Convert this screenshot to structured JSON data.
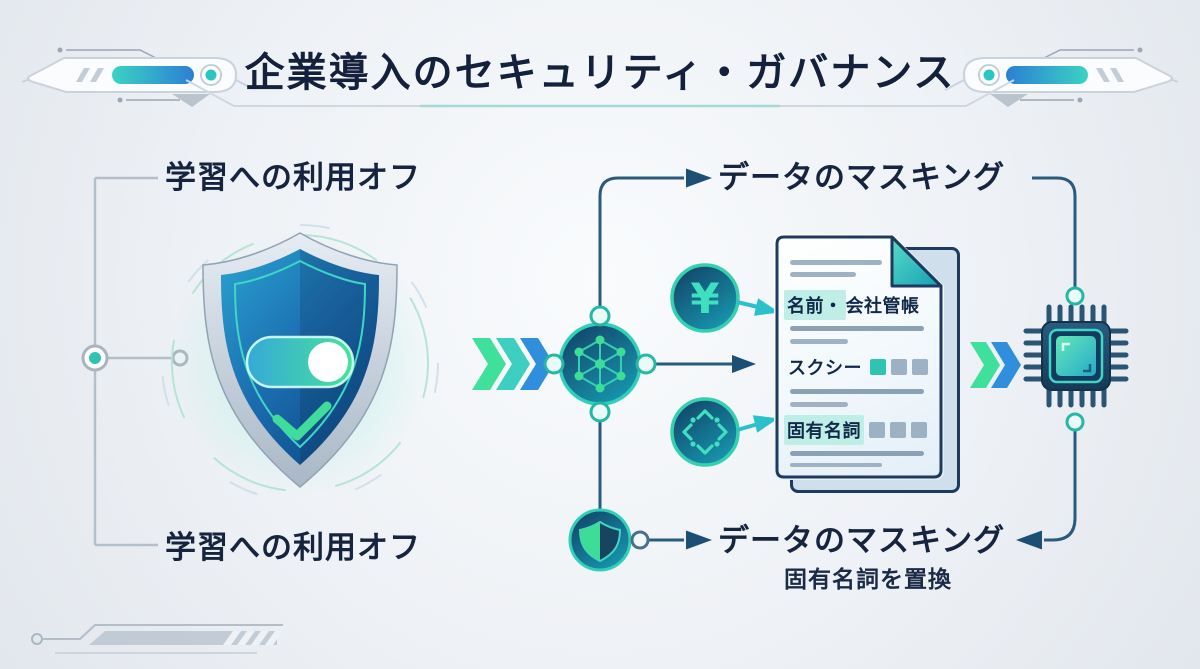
{
  "title": "企業導入のセキュリティ・ガバナンス",
  "left": {
    "top_label": "学習への利用オフ",
    "bottom_label": "学習への利用オフ"
  },
  "right": {
    "top_label": "データのマスキング",
    "bottom_label": "データのマスキング",
    "bottom_sublabel": "固有名詞を置換"
  },
  "document": {
    "row1_highlight": "名前・",
    "row1_rest": "会社管帳",
    "row2_text": "スクシー",
    "row3_text": "固有名詞"
  },
  "icons": {
    "yen_symbol": "¥",
    "shield_toggle": "shield-with-toggle-on",
    "network_hub": "network-hub",
    "masking_pattern": "masking-pattern",
    "shield_badge": "shield-badge",
    "cpu_chip": "cpu-chip"
  },
  "colors": {
    "title_text": "#14213c",
    "accent_teal": "#2fc4b2",
    "accent_green": "#3ddc97",
    "accent_blue": "#2e8fdc",
    "line_navy": "#2a5b7d",
    "line_gray": "#b5bfc9",
    "doc_border": "#1d3a5f",
    "highlight_bg": "#bfeee6",
    "masked_block_gray": "#9cb1c4"
  }
}
